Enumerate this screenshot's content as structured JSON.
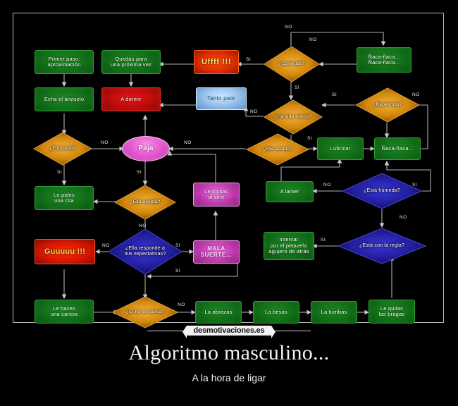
{
  "poster": {
    "title": "Algoritmo masculino...",
    "subtitle": "A la hora de ligar",
    "watermark": "desmotivaciones.es",
    "background_color": "#000000"
  },
  "colors": {
    "green": "#147419",
    "red": "#c00c0c",
    "orange_red": "#e02d04",
    "blue_box": "#9dc6ee",
    "pink": "#c43cb2",
    "magenta_ellipse": "#e458cf",
    "orange_diamond": "#d98b0a",
    "blue_diamond": "#2320a8",
    "edge": "#b9b9b9"
  },
  "chart_data": {
    "type": "diagram",
    "title": "Algoritmo masculino...",
    "subtitle": "A la hora de ligar",
    "node_shapes": [
      "rectangle",
      "diamond",
      "ellipse"
    ],
    "edge_labels": [
      "SI",
      "NO"
    ]
  },
  "nodes": [
    {
      "id": "n1",
      "label": "Primer paso:\naproximación",
      "shape": "rectangle",
      "color": "green"
    },
    {
      "id": "n2",
      "label": "Quedas para\nuna próxima vez",
      "shape": "rectangle",
      "color": "green"
    },
    {
      "id": "n3",
      "label": "Uffff !!!",
      "shape": "rectangle",
      "color": "orange_red"
    },
    {
      "id": "n4",
      "label": "¿Conectas?",
      "shape": "diamond",
      "color": "orange"
    },
    {
      "id": "n5",
      "label": "Ñaca-ñaca...\nÑaca-ñaca...",
      "shape": "rectangle",
      "color": "green"
    },
    {
      "id": "n6",
      "label": "Echa el anzuelo",
      "shape": "rectangle",
      "color": "green"
    },
    {
      "id": "n7",
      "label": "A dormir",
      "shape": "rectangle",
      "color": "red"
    },
    {
      "id": "n8",
      "label": "Tanto peor",
      "shape": "rectangle",
      "color": "blue_box"
    },
    {
      "id": "n9",
      "label": "¿Ha sido bueno?",
      "shape": "diamond",
      "color": "orange"
    },
    {
      "id": "n10",
      "label": "¿Repetimos?",
      "shape": "diamond",
      "color": "orange"
    },
    {
      "id": "n11",
      "label": "¿Funciona?",
      "shape": "diamond",
      "color": "orange"
    },
    {
      "id": "n12",
      "label": "Paja",
      "shape": "ellipse",
      "color": "magenta"
    },
    {
      "id": "n13",
      "label": "¿Ella acepta?",
      "shape": "diamond",
      "color": "orange"
    },
    {
      "id": "n14",
      "label": "Lubricar",
      "shape": "rectangle",
      "color": "green"
    },
    {
      "id": "n15",
      "label": "Ñaca-ñaca...",
      "shape": "rectangle",
      "color": "green"
    },
    {
      "id": "n16",
      "label": "Le pides\nuna cita",
      "shape": "rectangle",
      "color": "green"
    },
    {
      "id": "n17",
      "label": "¿Ella acepta?",
      "shape": "diamond",
      "color": "orange"
    },
    {
      "id": "n18",
      "label": "Le invitas\nal cine",
      "shape": "rectangle",
      "color": "pink"
    },
    {
      "id": "n19",
      "label": "A lamer",
      "shape": "rectangle",
      "color": "green"
    },
    {
      "id": "n20",
      "label": "¿Está húmeda?",
      "shape": "diamond",
      "color": "blue"
    },
    {
      "id": "n21",
      "label": "Guuuuu !!!",
      "shape": "rectangle",
      "color": "guuu"
    },
    {
      "id": "n22",
      "label": "¿Ella responde a\nmis expectativas?",
      "shape": "diamond",
      "color": "blue"
    },
    {
      "id": "n23",
      "label": "MALA\nSUERTE...",
      "shape": "rectangle",
      "color": "pink"
    },
    {
      "id": "n24",
      "label": "Intentar\npor el pequeño\nagujero de atrás",
      "shape": "rectangle",
      "color": "green"
    },
    {
      "id": "n25",
      "label": "¿Está con la regla?",
      "shape": "diamond",
      "color": "blue"
    },
    {
      "id": "n26",
      "label": "Le haces\nuna caricia",
      "shape": "rectangle",
      "color": "green"
    },
    {
      "id": "n27",
      "label": "¿El no se cansa?",
      "shape": "diamond",
      "color": "orange"
    },
    {
      "id": "n28",
      "label": "La abrazas",
      "shape": "rectangle",
      "color": "green"
    },
    {
      "id": "n29",
      "label": "La besas",
      "shape": "rectangle",
      "color": "green"
    },
    {
      "id": "n30",
      "label": "La tumbas",
      "shape": "rectangle",
      "color": "green"
    },
    {
      "id": "n31",
      "label": "Le quitas\nlas bragas",
      "shape": "rectangle",
      "color": "green"
    }
  ],
  "edge_labels": [
    {
      "id": "e1",
      "text": "NO"
    },
    {
      "id": "e2",
      "text": "SI"
    },
    {
      "id": "e3",
      "text": "SI"
    },
    {
      "id": "e4",
      "text": "NO"
    },
    {
      "id": "e5",
      "text": "SI"
    },
    {
      "id": "e6",
      "text": "NO"
    },
    {
      "id": "e7",
      "text": "NO"
    },
    {
      "id": "e8",
      "text": "NO"
    },
    {
      "id": "e9",
      "text": "SI"
    },
    {
      "id": "e10",
      "text": "SI"
    },
    {
      "id": "e11",
      "text": "SI"
    },
    {
      "id": "e12",
      "text": "NO"
    },
    {
      "id": "e13",
      "text": "NO"
    },
    {
      "id": "e14",
      "text": "SI"
    },
    {
      "id": "e15",
      "text": "NO"
    },
    {
      "id": "e16",
      "text": "SI"
    },
    {
      "id": "e17",
      "text": "NO"
    },
    {
      "id": "e18",
      "text": "SI"
    },
    {
      "id": "e19",
      "text": "SI"
    },
    {
      "id": "e20",
      "text": "NO"
    },
    {
      "id": "e21",
      "text": "NO"
    }
  ]
}
